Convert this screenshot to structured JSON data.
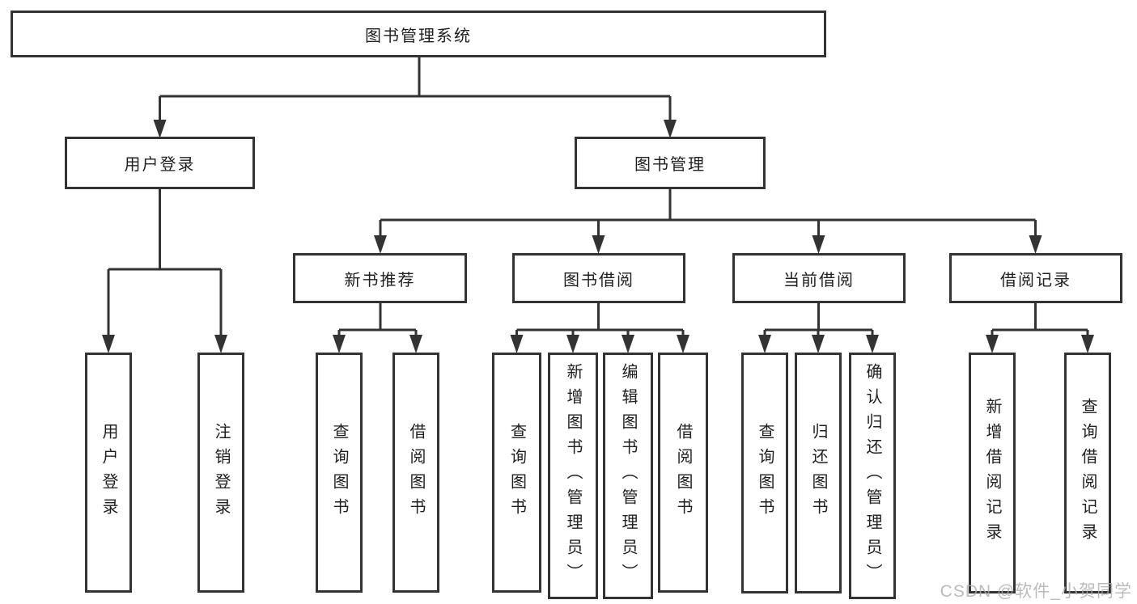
{
  "diagram": {
    "title": "图书管理系统",
    "root": {
      "label": "图书管理系统",
      "children": [
        {
          "label": "用户登录",
          "children": [
            {
              "label": "用户登录"
            },
            {
              "label": "注销登录"
            }
          ]
        },
        {
          "label": "图书管理",
          "children": [
            {
              "label": "新书推荐",
              "children": [
                {
                  "label": "查询图书"
                },
                {
                  "label": "借阅图书"
                }
              ]
            },
            {
              "label": "图书借阅",
              "children": [
                {
                  "label": "查询图书"
                },
                {
                  "label": "新增图书（管理员）"
                },
                {
                  "label": "编辑图书（管理员）"
                },
                {
                  "label": "借阅图书"
                }
              ]
            },
            {
              "label": "当前借阅",
              "children": [
                {
                  "label": "查询图书"
                },
                {
                  "label": "归还图书"
                },
                {
                  "label": "确认归还（管理员）"
                }
              ]
            },
            {
              "label": "借阅记录",
              "children": [
                {
                  "label": "新增借阅记录"
                },
                {
                  "label": "查询借阅记录"
                }
              ]
            }
          ]
        }
      ]
    }
  },
  "watermark": {
    "text": "CSDN @软件_小贺同学"
  },
  "colors": {
    "line": "#333333",
    "box_border": "#333333",
    "box_background": "#ffffff",
    "text": "#1f1f1f",
    "watermark": "#ababab",
    "page_background": "#ffffff"
  }
}
